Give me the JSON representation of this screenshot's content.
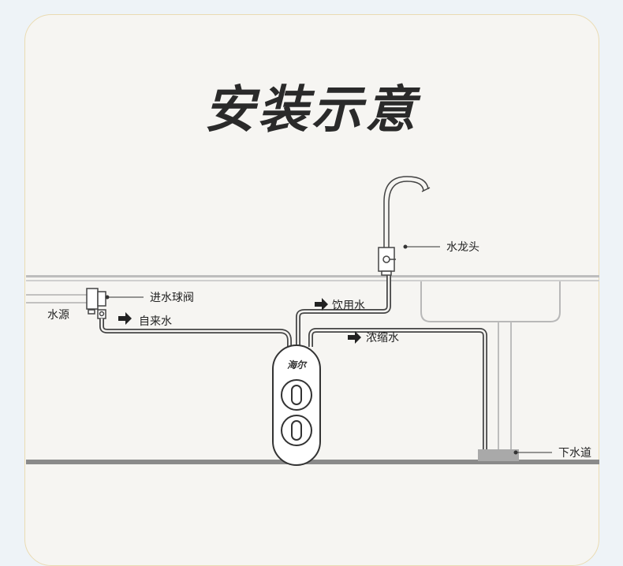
{
  "title": "安装示意",
  "brand_text": "海尔",
  "labels": {
    "faucet": "水龙头",
    "inlet_valve": "进水球阀",
    "water_source": "水源",
    "tap_water": "自来水",
    "drinking_water": "饮用水",
    "concentrate_water": "浓缩水",
    "drain": "下水道"
  },
  "colors": {
    "background": "#eef3f7",
    "card": "#f6f5f2",
    "card_border": "#eadbb2",
    "line": "#444444",
    "counter": "#b8b8b8",
    "floor": "#8a8a8a",
    "drain_block": "#a9a9a9"
  }
}
